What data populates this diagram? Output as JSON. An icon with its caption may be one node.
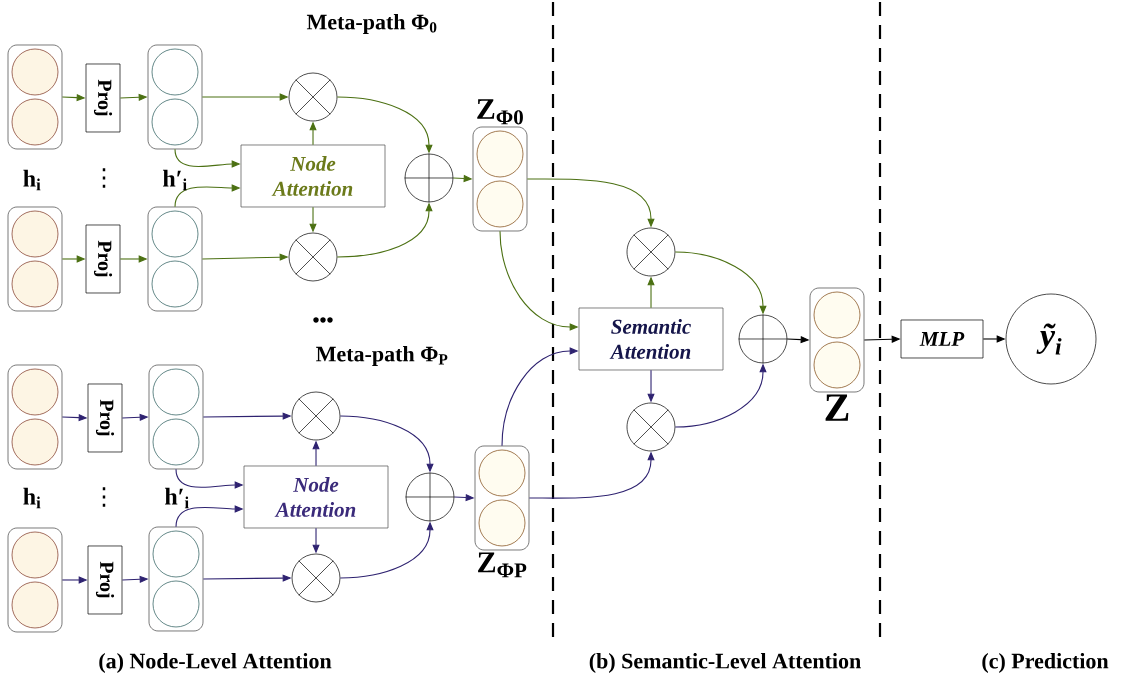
{
  "diagram": {
    "nodes": [
      {
        "text": [],
        "shape": "box"
      },
      {
        "text": [
          "Proj"
        ]
      },
      {
        "text": [],
        "shape": "box"
      },
      {
        "text": [],
        "shape": "box"
      },
      {
        "text": [
          "Proj"
        ]
      },
      {
        "text": [],
        "shape": "box"
      },
      {
        "text": [
          "Node Attention"
        ]
      },
      {
        "text": [],
        "shape": "circle"
      },
      {
        "text": [],
        "shape": "circle"
      },
      {
        "text": [],
        "shape": "circle"
      },
      {
        "text": [
          "Z$_{Φ0}$"
        ]
      },
      {
        "text": [],
        "shape": "box"
      },
      {
        "text": [
          "Proj"
        ]
      },
      {
        "text": [],
        "shape": "box"
      },
      {
        "text": [],
        "shape": "box"
      },
      {
        "text": [
          "Proj"
        ]
      },
      {
        "text": [],
        "shape": "box"
      },
      {
        "text": [
          "Node Attention"
        ]
      },
      {
        "text": [],
        "shape": "circle"
      },
      {
        "text": [],
        "shape": "circle"
      },
      {
        "text": [],
        "shape": "circle"
      },
      {
        "text": [
          "Z$_{ΦP}$"
        ]
      },
      {
        "text": [
          "Semantic Attention"
        ]
      },
      {
        "text": [],
        "shape": "circle"
      },
      {
        "text": [],
        "shape": "circle"
      },
      {
        "text": [],
        "shape": "circle"
      },
      {
        "text": [
          "Z"
        ]
      },
      {
        "text": [
          "MLP"
        ]
      },
      {
        "text": [
          "ỹ$_{i}$"
        ]
      }
    ],
    "edges": [
      {
        "from": 0,
        "to": 1,
        "arrow": "to",
        "color": "#4b7012"
      },
      {
        "from": 1,
        "to": 2,
        "arrow": "to",
        "color": "#4b7012"
      },
      {
        "from": 3,
        "to": 4,
        "arrow": "to",
        "color": "#4b7012"
      },
      {
        "from": 4,
        "to": 5,
        "arrow": "to",
        "color": "#4b7012"
      },
      {
        "from": 2,
        "to": 7,
        "arrow": "to",
        "color": "#4b7012"
      },
      {
        "from": 2,
        "to": 6,
        "arrow": "to",
        "color": "#4b7012"
      },
      {
        "from": 5,
        "to": 6,
        "arrow": "to",
        "color": "#4b7012"
      },
      {
        "from": 5,
        "to": 8,
        "arrow": "to",
        "color": "#4b7012"
      },
      {
        "from": 6,
        "to": 7,
        "arrow": "to",
        "color": "#4b7012"
      },
      {
        "from": 6,
        "to": 8,
        "arrow": "to",
        "color": "#4b7012"
      },
      {
        "from": 7,
        "to": 9,
        "arrow": "to",
        "color": "#4b7012"
      },
      {
        "from": 8,
        "to": 9,
        "arrow": "to",
        "color": "#4b7012"
      },
      {
        "from": 9,
        "to": 10,
        "arrow": "to",
        "color": "#4b7012"
      },
      {
        "from": 11,
        "to": 12,
        "arrow": "to",
        "color": "#2e2270"
      },
      {
        "from": 12,
        "to": 13,
        "arrow": "to",
        "color": "#2e2270"
      },
      {
        "from": 14,
        "to": 15,
        "arrow": "to",
        "color": "#2e2270"
      },
      {
        "from": 15,
        "to": 16,
        "arrow": "to",
        "color": "#2e2270"
      },
      {
        "from": 13,
        "to": 18,
        "arrow": "to",
        "color": "#2e2270"
      },
      {
        "from": 13,
        "to": 17,
        "arrow": "to",
        "color": "#2e2270"
      },
      {
        "from": 16,
        "to": 17,
        "arrow": "to",
        "color": "#2e2270"
      },
      {
        "from": 16,
        "to": 19,
        "arrow": "to",
        "color": "#2e2270"
      },
      {
        "from": 17,
        "to": 18,
        "arrow": "to",
        "color": "#2e2270"
      },
      {
        "from": 17,
        "to": 19,
        "arrow": "to",
        "color": "#2e2270"
      },
      {
        "from": 18,
        "to": 20,
        "arrow": "to",
        "color": "#2e2270"
      },
      {
        "from": 19,
        "to": 20,
        "arrow": "to",
        "color": "#2e2270"
      },
      {
        "from": 20,
        "to": 21,
        "arrow": "to",
        "color": "#2e2270"
      },
      {
        "from": 10,
        "to": 23,
        "arrow": "to",
        "color": "#4b7012"
      },
      {
        "from": 10,
        "to": 22,
        "arrow": "to",
        "color": "#4b7012"
      },
      {
        "from": 21,
        "to": 22,
        "arrow": "to",
        "color": "#2e2270"
      },
      {
        "from": 21,
        "to": 24,
        "arrow": "to",
        "color": "#2e2270"
      },
      {
        "from": 22,
        "to": 23,
        "arrow": "to",
        "color": "#4b7012"
      },
      {
        "from": 22,
        "to": 24,
        "arrow": "to",
        "color": "#2e2270"
      },
      {
        "from": 23,
        "to": 25,
        "arrow": "to",
        "color": "#4b7012"
      },
      {
        "from": 24,
        "to": 25,
        "arrow": "to",
        "color": "#2e2270"
      },
      {
        "from": 25,
        "to": 26,
        "arrow": "to",
        "color": "#000000"
      },
      {
        "from": 26,
        "to": 27,
        "arrow": "to",
        "color": "#000000"
      },
      {
        "from": 27,
        "to": 28,
        "arrow": "to",
        "color": "#000000"
      }
    ],
    "labels": [
      "Meta-path Φ$_{0}$",
      "h$_{i}$",
      "⋮",
      "h′$_{i}$",
      "•••",
      "Meta-path Φ$_{P}$",
      "h$_{i}$",
      "⋮",
      "h′$_{i}$",
      "(a) Node-Level Attention",
      "(b) Semantic-Level Attention",
      "(c) Prediction"
    ]
  }
}
